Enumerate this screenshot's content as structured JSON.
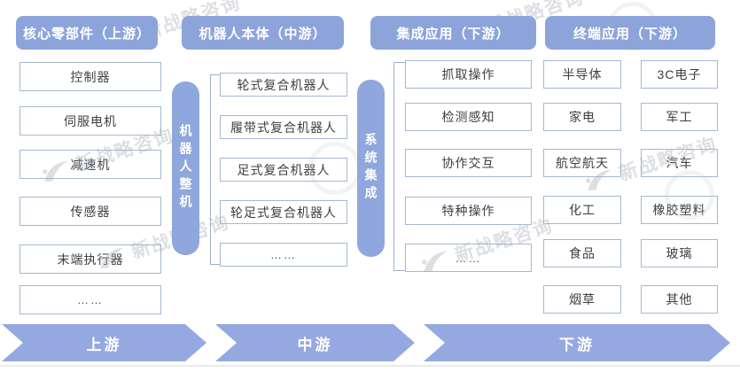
{
  "palette": {
    "header_blue": "#8DA4DB",
    "pill_blue": "#8FA7DC",
    "arrow_blue": "#95A8E0",
    "box_border": "#A6B7D3",
    "box_text": "#3C4043",
    "watermark_gray": "#A7ADB8"
  },
  "headers": {
    "core": "核心零部件（上游）",
    "body": "机器人本体（中游）",
    "integration": "集成应用（下游）",
    "terminal": "终端应用（下游）"
  },
  "columns": {
    "core": {
      "items": [
        "控制器",
        "伺服电机",
        "减速机",
        "传感器",
        "末端执行器",
        "……"
      ]
    },
    "body": {
      "pill": "机器人整机",
      "items": [
        "轮式复合机器人",
        "履带式复合机器人",
        "足式复合机器人",
        "轮足式复合机器人",
        "……"
      ]
    },
    "integration": {
      "pill": "系统集成",
      "items": [
        "抓取操作",
        "检测感知",
        "协作交互",
        "特种操作",
        "……"
      ]
    },
    "terminal": {
      "left": [
        "半导体",
        "家电",
        "航空航天",
        "化工",
        "食品",
        "烟草"
      ],
      "right": [
        "3C电子",
        "军工",
        "汽车",
        "橡胶塑料",
        "玻璃",
        "其他"
      ]
    }
  },
  "flow": {
    "upstream": "上游",
    "midstream": "中游",
    "downstream": "下游"
  },
  "watermark": {
    "text": "新战略咨询"
  }
}
